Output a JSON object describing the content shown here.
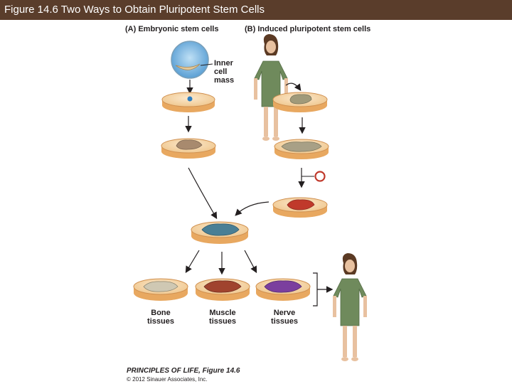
{
  "slide": {
    "title": "Figure 14.6  Two Ways to Obtain Pluripotent Stem Cells"
  },
  "panels": {
    "a_label": "(A)  Embryonic stem cells",
    "b_label": "(B)  Induced pluripotent stem cells"
  },
  "labels": {
    "inner_cell_mass": [
      "Inner",
      "cell",
      "mass"
    ],
    "bone": [
      "Bone",
      "tissues"
    ],
    "muscle": [
      "Muscle",
      "tissues"
    ],
    "nerve": [
      "Nerve",
      "tissues"
    ]
  },
  "footer": {
    "book": "PRINCIPLES OF LIFE, Figure 14.6",
    "copyright": "© 2012 Sinauer Associates, Inc."
  },
  "colors": {
    "title_bar": "#5a3d2b",
    "dish_rim": "#e8a860",
    "dish_fill": "#f7dcb4",
    "blastocyst": "#5a9fd4",
    "stem_cells": "#4a7f95",
    "ips_cells": "#c0392b",
    "muscle": "#a0432e",
    "nerve": "#7b3f9e",
    "bone": "#cfc8b3",
    "gown": "#6f8a5c",
    "virus_marker": "#c0392b"
  }
}
